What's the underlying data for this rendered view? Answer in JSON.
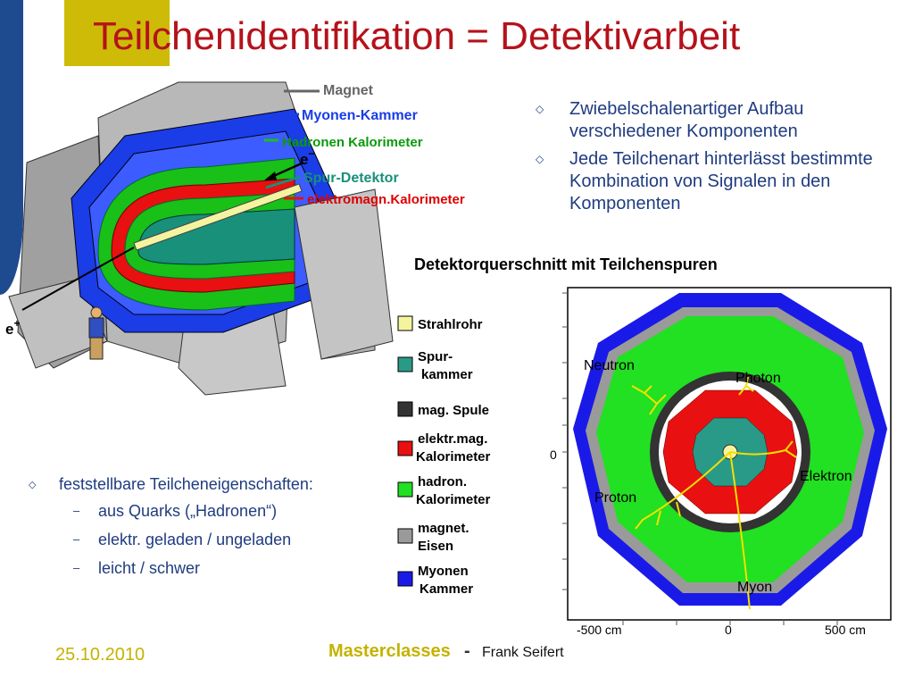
{
  "slide": {
    "title": "Teilchenidentifikation = Detektivarbeit",
    "bullets": [
      "Zwiebelschalenartiger Aufbau verschiedener Komponenten",
      "Jede Teilchenart hinterlässt bestimmte Kombination von Signalen in den Komponenten"
    ],
    "properties": {
      "heading": "feststellbare Teilcheneigenschaften:",
      "items": [
        "aus Quarks („Hadronen“)",
        "elektr. geladen / ungeladen",
        "leicht / schwer"
      ]
    },
    "footer": {
      "date": "25.10.2010",
      "event": "Masterclasses",
      "separator": "-",
      "author": "Frank Seifert"
    }
  },
  "detector_3d": {
    "labels": {
      "magnet": "Magnet",
      "muon": "Myonen-Kammer",
      "hadron_cal": "Hadronen Kalorimeter",
      "electron": "e",
      "electron_sign": "−",
      "tracker": "Spur-Detektor",
      "em_cal": "elektromagn.Kalorimeter",
      "positron": "e",
      "positron_sign": "+"
    },
    "colors": {
      "magnet": "#a8a8a8",
      "muon": "#1a3de8",
      "hadron": "#18c018",
      "em": "#e81010",
      "tracker": "#18907a",
      "beampipe": "#f0f0a0"
    }
  },
  "cross_section": {
    "title": "Detektorquerschnitt mit Teilchenspuren",
    "legend": [
      {
        "label1": "Strahlrohr",
        "label2": "",
        "color": "#f4f4a0"
      },
      {
        "label1": "Spur-",
        "label2": "kammer",
        "color": "#2a9a88"
      },
      {
        "label1": "mag. Spule",
        "label2": "",
        "color": "#333333"
      },
      {
        "label1": "elektr.mag.",
        "label2": "Kalorimeter",
        "color": "#e81010"
      },
      {
        "label1": "hadron.",
        "label2": "Kalorimeter",
        "color": "#22e022"
      },
      {
        "label1": "magnet.",
        "label2": "Eisen",
        "color": "#9a9a9a"
      },
      {
        "label1": "Myonen",
        "label2": "Kammer",
        "color": "#1a1ae8"
      }
    ],
    "particles": {
      "neutron": "Neutron",
      "photon": "Photon",
      "electron": "Elektron",
      "proton": "Proton",
      "muon": "Myon"
    },
    "axis": {
      "y_zero": "0",
      "x_min": "-500 cm",
      "x_zero": "0",
      "x_max": "500 cm"
    }
  }
}
